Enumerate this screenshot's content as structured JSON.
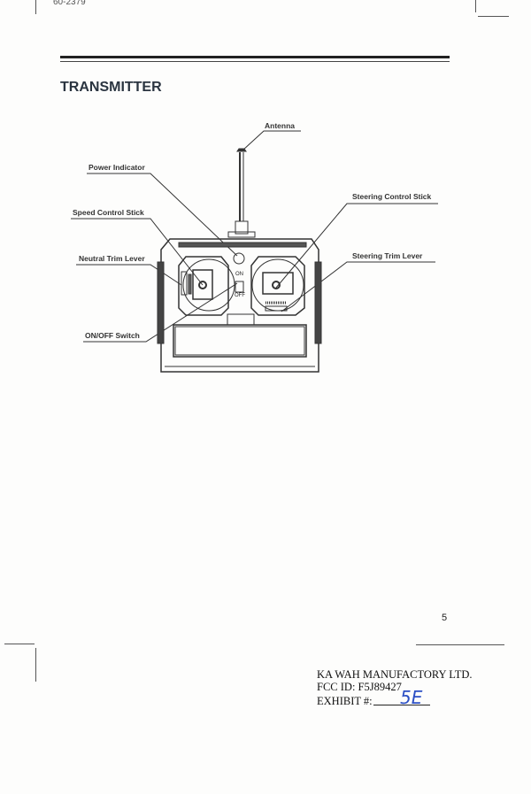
{
  "header": {
    "doc_number": "60-2379",
    "section_title": "TRANSMITTER"
  },
  "diagram": {
    "labels": {
      "antenna": "Antenna",
      "power_indicator": "Power Indicator",
      "speed_control_stick": "Speed Control Stick",
      "neutral_trim_lever": "Neutral Trim Lever",
      "on_off_switch": "ON/OFF Switch",
      "steering_control_stick": "Steering Control Stick",
      "steering_trim_lever": "Steering Trim Lever"
    },
    "switch_on": "ON",
    "switch_off": "OFF"
  },
  "footer": {
    "page_number": "5",
    "company": "KA WAH MANUFACTORY LTD.",
    "fcc_id": "FCC ID: F5J89427",
    "exhibit_label": "EXHIBIT #:",
    "exhibit_value": "5E"
  },
  "colors": {
    "ink": "#222222",
    "handwriting": "#2b4fc4"
  }
}
